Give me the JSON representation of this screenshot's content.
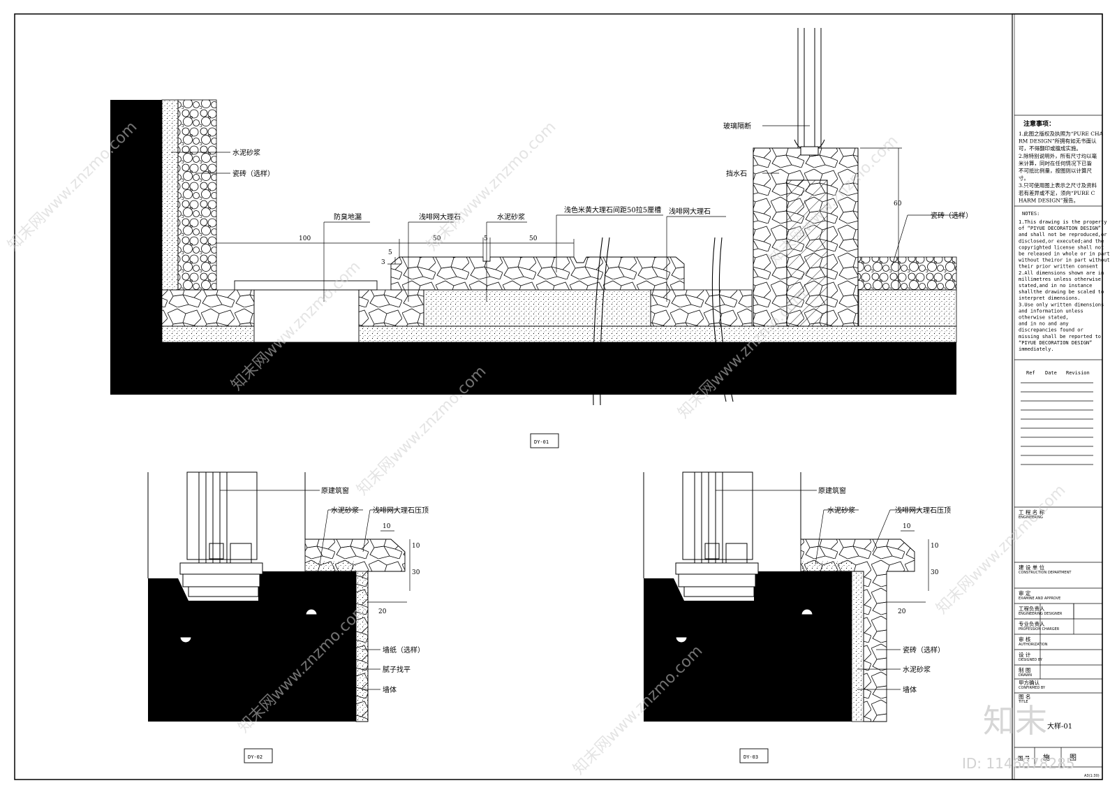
{
  "details": {
    "dy01": {
      "tag": "DY-01",
      "labels": {
        "cement_mortar": "水泥砂浆",
        "tile_left": "瓷砖（选样）",
        "floor_drain": "防臭地漏",
        "marble_light_coffee_1": "浅啡网大理石",
        "cement_mortar_2": "水泥砂浆",
        "beige_marble_groove": "浅色米黄大理石间距50拉5厘槽",
        "marble_light_coffee_2": "浅啡网大理石",
        "glass_partition": "玻璃隔断",
        "water_stop_stone": "挡水石",
        "tile_right": "瓷砖（选样）"
      },
      "dims": {
        "d100": "100",
        "d50a": "50",
        "d5": "5",
        "d50b": "50",
        "d5v": "5",
        "d3v": "3",
        "d60": "60"
      }
    },
    "dy02": {
      "tag": "DY-02",
      "labels": {
        "original_window": "原建筑窗",
        "cement_mortar": "水泥砂浆",
        "marble_coping": "浅啡网大理石压顶",
        "wallpaper": "墙纸（选样）",
        "putty": "腻子找平",
        "wall": "墙体"
      },
      "dims": {
        "d10h": "10",
        "d10v": "10",
        "d30": "30",
        "d20": "20"
      }
    },
    "dy03": {
      "tag": "DY-03",
      "labels": {
        "original_window": "原建筑窗",
        "cement_mortar": "水泥砂浆",
        "marble_coping": "浅啡网大理石压顶",
        "tile": "瓷砖（选样）",
        "cement_mortar_2": "水泥砂浆",
        "wall": "墙体"
      },
      "dims": {
        "d10h": "10",
        "d10v": "10",
        "d30": "30",
        "d20": "20"
      }
    }
  },
  "title_block": {
    "notes_cn_title": "注意事项：",
    "notes_cn": [
      "1.此图之版权及执照为“PURE CHA",
      "RM DESIGN”所拥有如无书面认",
      "可，不得翻印或擅成实施。",
      "2.除特别说明外，所有尺寸均以毫",
      "米计算，同时在任何情况下已皆",
      "不可抵比例量，按图则以计算尺",
      "寸。",
      "3.只可使用图上表示之尺寸及资料",
      "若有差异或不足，须向“PURE C",
      "HARM DESIGN”报告。"
    ],
    "notes_en_title": "NOTES:",
    "notes_en": [
      "1.This drawing is the property",
      "of  “PIYUE DECORATION DESIGN”",
      "and shall not be reproduced,or",
      "disclosed,or executed;and the",
      "copyrighted license shall not",
      "be released in whole or in part",
      "without theiror in part without",
      "their prior written consent",
      "2.All dimensions shown are in",
      "millimetres unless otherwise",
      "stated,and in no instance",
      "shallthe drawing be scaled to",
      "interpret dimensions.",
      "3.Use only written dimensions",
      "and information unless",
      "otherwise stated,",
      "and in no and any",
      "discrepancies found or",
      "missing shall be reported to",
      "“PIYUE DECORATION DESIGN”",
      "immediately."
    ],
    "revision_headers": [
      "Ref",
      "Date",
      "Revision"
    ],
    "fields": [
      {
        "cn": "工 程 名 称",
        "en": "ENGINEERING"
      },
      {
        "cn": "建 设 单 位",
        "en": "CONSTRUCTION DEPARTMENT"
      },
      {
        "cn": "审      定",
        "en": "EXAMINE AND APPROVE"
      },
      {
        "cn": "工程负责人",
        "en": "ENGINEERING DESIGNER"
      },
      {
        "cn": "专业负责人",
        "en": "PROFESSION CHARGER"
      },
      {
        "cn": "审      核",
        "en": "AUTHORIZATION"
      },
      {
        "cn": "设      计",
        "en": "DESIGNED BY"
      },
      {
        "cn": "制      图",
        "en": "DRAWN"
      },
      {
        "cn": "甲方确认",
        "en": "CONFIRMED BY"
      },
      {
        "cn": "图      名",
        "en": "TITLE"
      }
    ],
    "drawing_title": "大样-01",
    "bottom_cells": [
      "图    号",
      "施",
      "图"
    ],
    "scale": "A3(1:30)"
  },
  "watermarks": {
    "site": "知末网www.znzmo.com",
    "logo": "知末",
    "id": "ID: 1146878285"
  }
}
